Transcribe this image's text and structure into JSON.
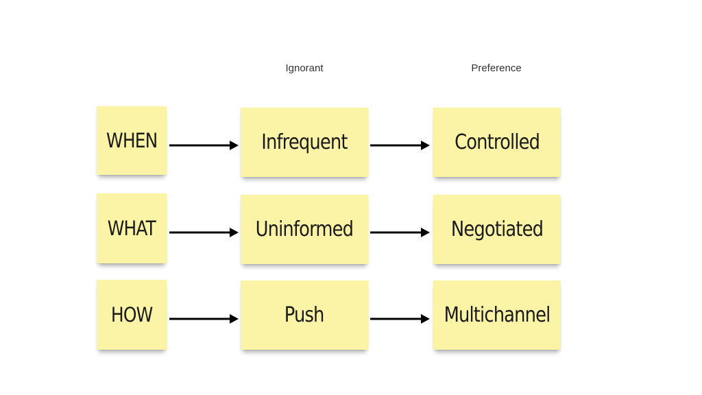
{
  "headers": {
    "ignorant": "Ignorant",
    "preference": "Preference"
  },
  "rows": [
    {
      "dimension": "WHEN",
      "ignorant": "Infrequent",
      "preference": "Controlled"
    },
    {
      "dimension": "WHAT",
      "ignorant": "Uninformed",
      "preference": "Negotiated"
    },
    {
      "dimension": "HOW",
      "ignorant": "Push",
      "preference": "Multichannel"
    }
  ],
  "colors": {
    "note": "#fbf3a6",
    "arrow": "#000000",
    "text": "#1a1a1a"
  }
}
